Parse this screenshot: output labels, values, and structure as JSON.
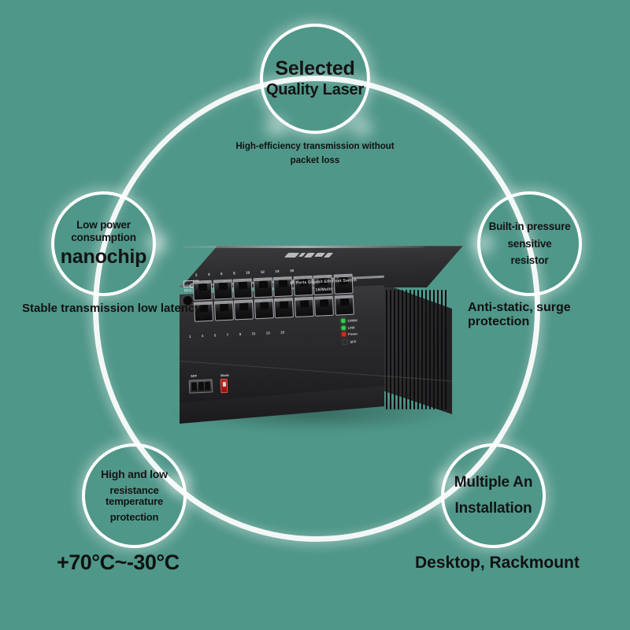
{
  "background_color": "#4f9789",
  "accent_color": "#ffffff",
  "text_color": "#111111",
  "nodes": [
    {
      "id": "selected-quality-laser",
      "line1": "Selected",
      "line2": "Quality Laser",
      "caption": "High-efficiency transmission without packet loss"
    },
    {
      "id": "low-power-nanochip",
      "line1": "Low power",
      "line2": "consumption",
      "line3": "nanochip",
      "caption": "Stable transmission low latency"
    },
    {
      "id": "pressure-sensitive-resistor",
      "line1": "Built-in pressure",
      "line2": "sensitive",
      "line3": "resistor",
      "caption": "Anti-static, surge protection"
    },
    {
      "id": "temperature-protection",
      "line1": "High and low",
      "line2": "resistance\ntemperature",
      "line3": "protection",
      "caption": "+70°C~-30°C"
    },
    {
      "id": "multiple-installation",
      "line1": "Multiple An",
      "line2": "Installation",
      "caption": "Desktop, Rackmount"
    }
  ],
  "product": {
    "name": "16 Port Gigabit Ethernet Switch",
    "silkscreen_line1": "16 Ports Gigabit Ethernet Switch",
    "silkscreen_line2": "16/Multi",
    "power_label": "DC5-12V",
    "sfp_label": "SFP",
    "mode_label": "Mode",
    "port_numbers_top": [
      "2",
      "4",
      "6",
      "8",
      "10",
      "12",
      "14",
      "16"
    ],
    "port_numbers_bottom": [
      "1",
      "3",
      "5",
      "7",
      "9",
      "11",
      "13",
      "15"
    ],
    "leds": [
      {
        "label": "1000M",
        "color": "#2fd14a",
        "state": "on"
      },
      {
        "label": "LINK",
        "color": "#2fd14a",
        "state": "on"
      },
      {
        "label": "Power",
        "color": "#e0231f",
        "state": "on"
      },
      {
        "label": "SFP",
        "color": "#2a2a2c",
        "state": "off"
      }
    ]
  }
}
